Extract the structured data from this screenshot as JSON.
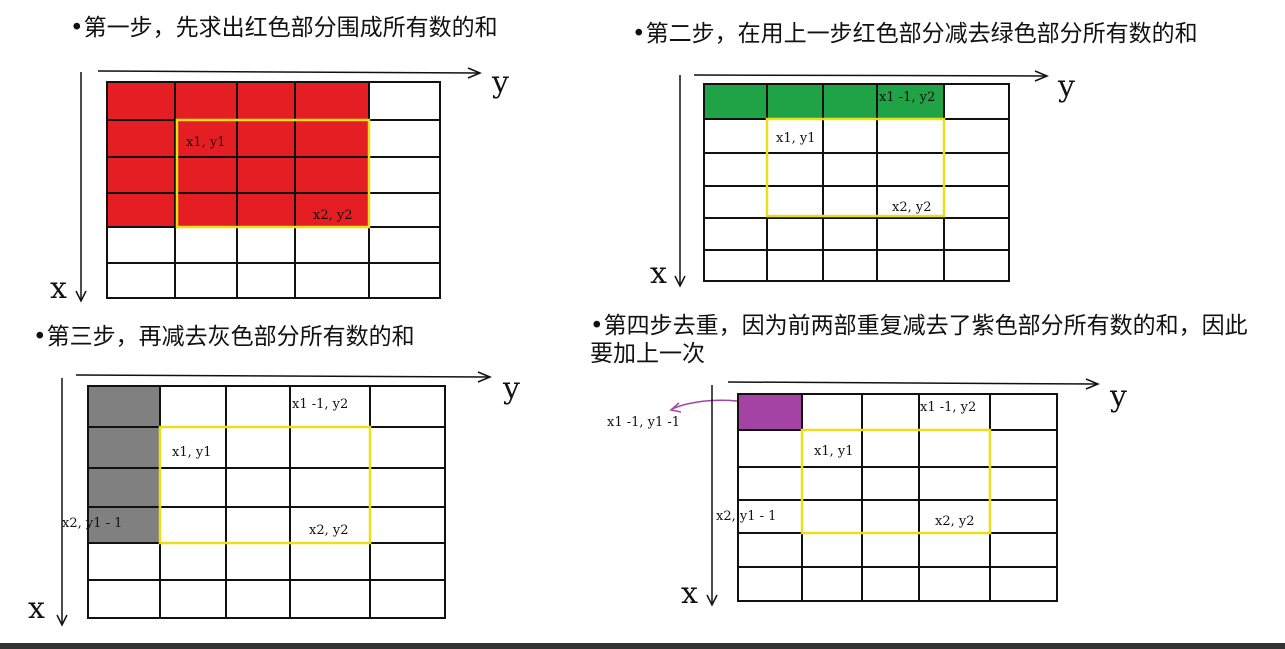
{
  "steps": [
    {
      "title": "•第一步，先求出红色部分围成所有数的和",
      "fill_color": "#e41e23",
      "labels": {
        "x1y1": "x1, y1",
        "x2y2": "x2, y2"
      },
      "axis": {
        "x": "x",
        "y": "y"
      }
    },
    {
      "title": "•第二步，在用上一步红色部分减去绿色部分所有数的和",
      "fill_color": "#1fa346",
      "labels": {
        "x1m1y2": "x1 -1, y2",
        "x1y1": "x1, y1",
        "x2y2": "x2, y2"
      },
      "axis": {
        "x": "x",
        "y": "y"
      }
    },
    {
      "title": "•第三步，再减去灰色部分所有数的和",
      "fill_color": "#808080",
      "labels": {
        "x1m1y2": "x1 -1, y2",
        "x1y1": "x1, y1",
        "x2y1m1": "x2, y1 - 1",
        "x2y2": "x2, y2"
      },
      "axis": {
        "x": "x",
        "y": "y"
      }
    },
    {
      "title": "•第四步去重，因为前两部重复减去了紫色部分所有数的和，因此要加上一次",
      "fill_color": "#a443a4",
      "labels": {
        "x1m1y1m1": "x1 -1, y1 -1",
        "x1m1y2": "x1 -1, y2",
        "x1y1": "x1, y1",
        "x2y1m1": "x2, y1 - 1",
        "x2y2": "x2, y2"
      },
      "axis": {
        "x": "x",
        "y": "y"
      }
    }
  ],
  "colors": {
    "highlight_box": "#e8e01a",
    "grid_line": "#111111",
    "arrow_pointer": "#a443a4"
  }
}
